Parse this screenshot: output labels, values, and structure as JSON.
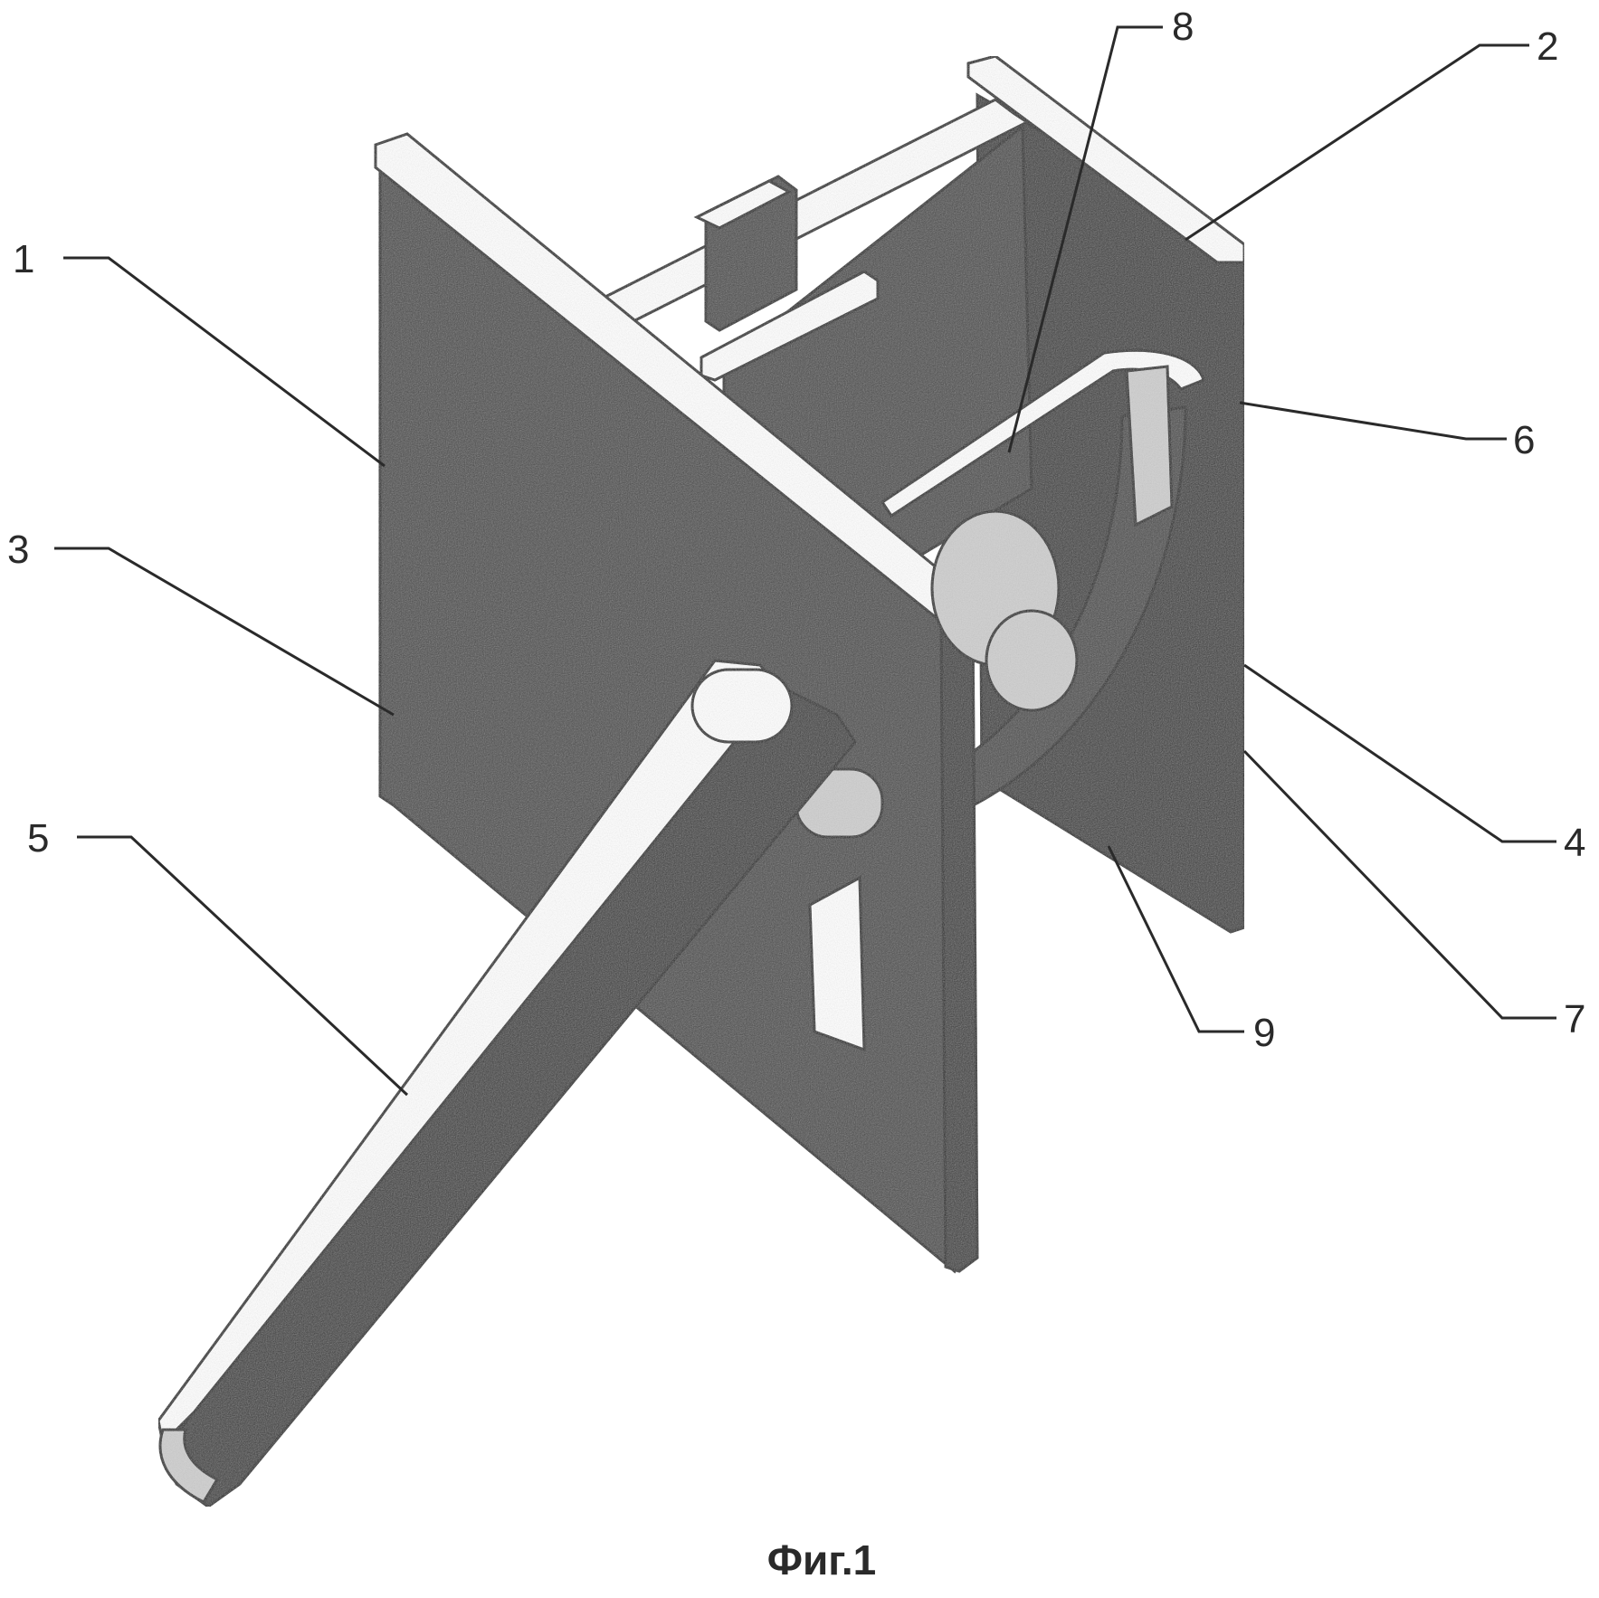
{
  "figure": {
    "caption": "Фиг.1"
  },
  "callouts": [
    {
      "id": "1",
      "text": "1"
    },
    {
      "id": "2",
      "text": "2"
    },
    {
      "id": "3",
      "text": "3"
    },
    {
      "id": "4",
      "text": "4"
    },
    {
      "id": "5",
      "text": "5"
    },
    {
      "id": "6",
      "text": "6"
    },
    {
      "id": "7",
      "text": "7"
    },
    {
      "id": "8",
      "text": "8"
    },
    {
      "id": "9",
      "text": "9"
    }
  ]
}
